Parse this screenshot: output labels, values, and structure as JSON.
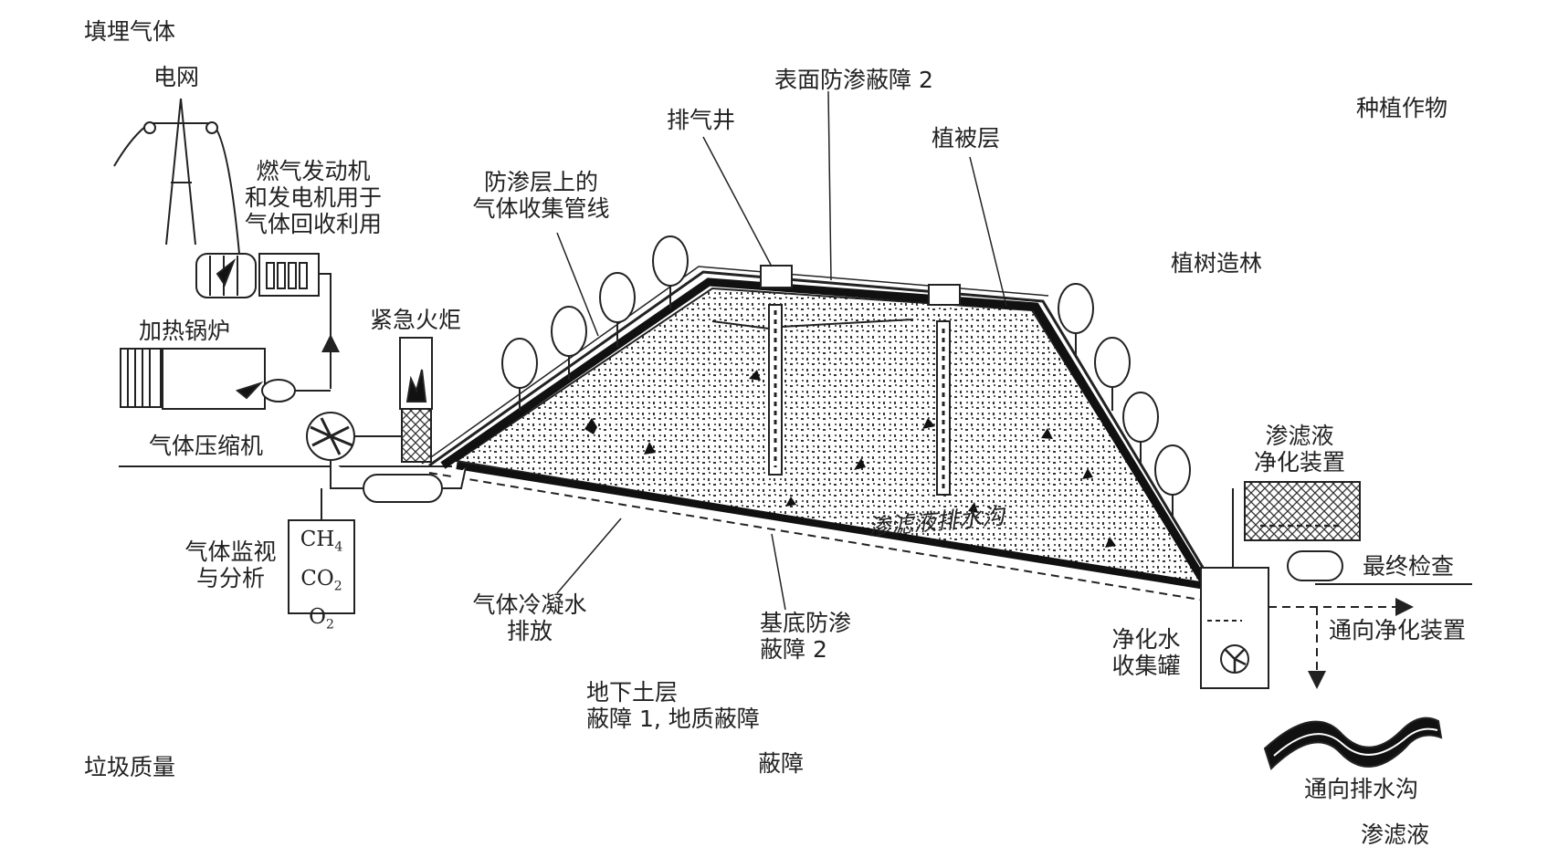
{
  "labels": {
    "landfill_gas": "填埋气体",
    "power_grid": "电网",
    "gas_engine_l1": "燃气发动机",
    "gas_engine_l2": "和发电机用于",
    "gas_engine_l3": "气体回收利用",
    "heating_boiler": "加热锅炉",
    "emergency_flare": "紧急火炬",
    "gas_compressor": "气体压缩机",
    "gas_monitor_l1": "气体监视",
    "gas_monitor_l2": "与分析",
    "collection_pipe_l1": "防渗层上的",
    "collection_pipe_l2": "气体收集管线",
    "vent_well": "排气井",
    "surface_barrier": "表面防渗蔽障 2",
    "vegetation_layer": "植被层",
    "crops": "种植作物",
    "afforestation": "植树造林",
    "leachate_drain": "渗滤液排水沟",
    "leachate_treatment_l1": "渗滤液",
    "leachate_treatment_l2": "净化装置",
    "final_check": "最终检查",
    "to_treatment": "通向净化装置",
    "clean_water_l1": "净化水",
    "clean_water_l2": "收集罐",
    "condensate_l1": "气体冷凝水",
    "condensate_l2": "排放",
    "base_barrier_l1": "基底防渗",
    "base_barrier_l2": "蔽障 2",
    "subsoil_l1": "地下土层",
    "subsoil_l2": "蔽障 1, 地质蔽障",
    "barrier": "蔽障",
    "waste_quality": "垃圾质量",
    "to_drain": "通向排水沟",
    "leachate": "渗滤液"
  },
  "gas_components": [
    {
      "base": "CH",
      "sub": "4"
    },
    {
      "base": "CO",
      "sub": "2"
    },
    {
      "base": "O",
      "sub": "2"
    }
  ]
}
